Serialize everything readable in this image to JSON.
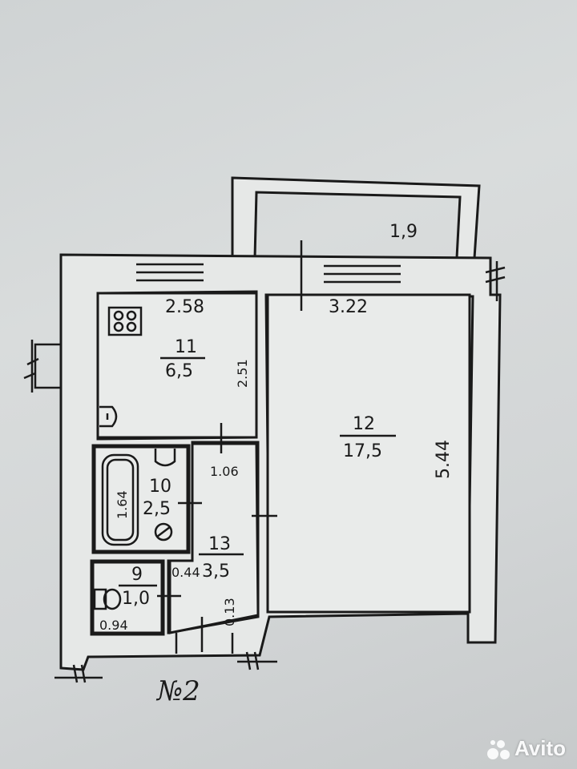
{
  "plan": {
    "balcony_area": "1,9",
    "kitchen": {
      "number": "11",
      "area": "6,5",
      "width": "2.58",
      "depth": "2.51"
    },
    "room": {
      "number": "12",
      "area": "17,5",
      "width": "3.22",
      "length": "5.44"
    },
    "bathroom": {
      "number": "10",
      "area": "2,5",
      "tub_length": "1.64"
    },
    "hall": {
      "number": "13",
      "area": "3,5",
      "width": "1.06",
      "side_a": "0.44",
      "side_b": "0.13"
    },
    "toilet": {
      "number": "9",
      "area": "1,0",
      "width": "0.94"
    },
    "apartment_label": "№2"
  },
  "watermark": {
    "text": "Avito"
  }
}
